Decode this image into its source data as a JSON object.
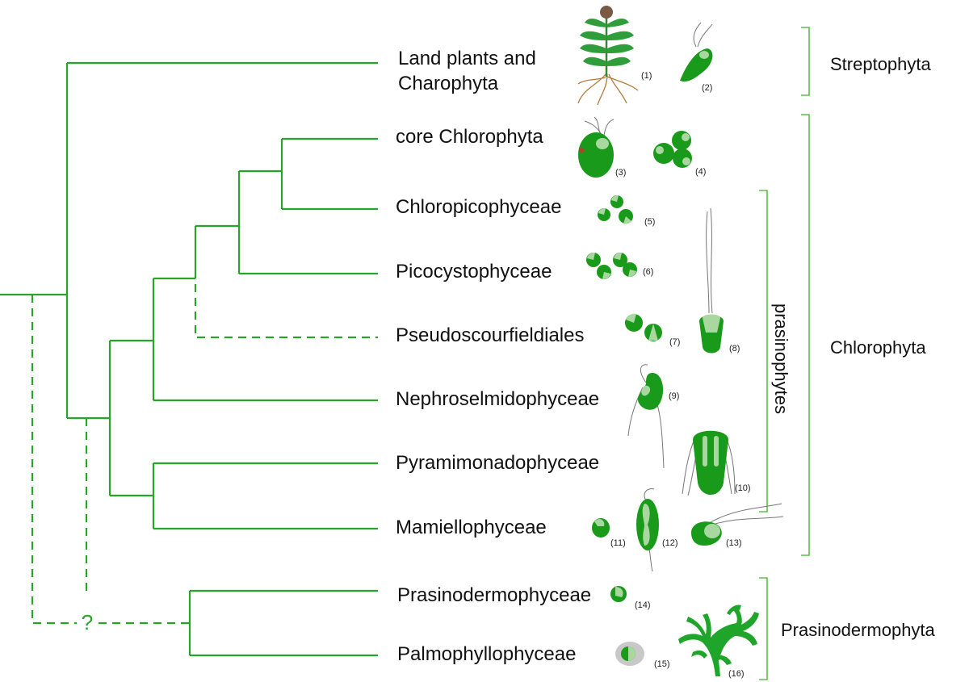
{
  "taxa": {
    "land_plants_line1": "Land plants and",
    "land_plants_line2": "Charophyta",
    "core_chlorophyta": "core Chlorophyta",
    "chloropicophyceae": "Chloropicophyceae",
    "picocystophyceae": "Picocystophyceae",
    "pseudoscourfieldiales": "Pseudoscourfieldiales",
    "nephroselmidophyceae": "Nephroselmidophyceae",
    "pyramimonadophyceae": "Pyramimonadophyceae",
    "mamiellophyceae": "Mamiellophyceae",
    "prasinodermophyceae": "Prasinodermophyceae",
    "palmophyllophyceae": "Palmophyllophyceae"
  },
  "groups": {
    "streptophyta": "Streptophyta",
    "chlorophyta": "Chlorophyta",
    "prasinophytes": "prasinophytes",
    "prasinodermophyta": "Prasinodermophyta"
  },
  "uncertain_mark": "?",
  "illustration_numbers": [
    "(1)",
    "(2)",
    "(3)",
    "(4)",
    "(5)",
    "(6)",
    "(7)",
    "(8)",
    "(9)",
    "(10)",
    "(11)",
    "(12)",
    "(13)",
    "(14)",
    "(15)",
    "(16)"
  ],
  "colors": {
    "branch": "#28a428",
    "bracket": "#5cbf4a",
    "cell_dark": "#1a9a1a",
    "cell_light": "#a8d8a0"
  }
}
